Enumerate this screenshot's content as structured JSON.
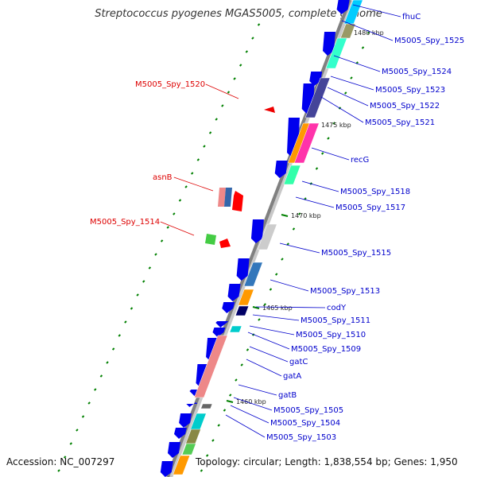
{
  "title": "Streptococcus pyogenes MGAS5005, complete genome",
  "footer": {
    "accession": "Accession: NC_007297",
    "topology": "Topology: circular; Length: 1,838,554 bp; Genes: 1,950"
  },
  "colors": {
    "backbone": "#808080",
    "forward_gene": "#0000ee",
    "label_blue": "#0000cc",
    "label_red": "#dd0000",
    "tick": "#008000"
  },
  "ticks": [
    "1480 kbp",
    "1475 kbp",
    "1470 kbp",
    "1465 kbp",
    "1460 kbp"
  ],
  "right_labels": [
    "fhuC",
    "M5005_Spy_1525",
    "M5005_Spy_1524",
    "M5005_Spy_1523",
    "M5005_Spy_1522",
    "M5005_Spy_1521",
    "recG",
    "M5005_Spy_1518",
    "M5005_Spy_1517",
    "M5005_Spy_1515",
    "M5005_Spy_1513",
    "codY",
    "M5005_Spy_1511",
    "M5005_Spy_1510",
    "M5005_Spy_1509",
    "gatC",
    "gatA",
    "gatB",
    "M5005_Spy_1505",
    "M5005_Spy_1504",
    "M5005_Spy_1503"
  ],
  "left_labels": [
    "M5005_Spy_1520",
    "asnB",
    "M5005_Spy_1514"
  ]
}
